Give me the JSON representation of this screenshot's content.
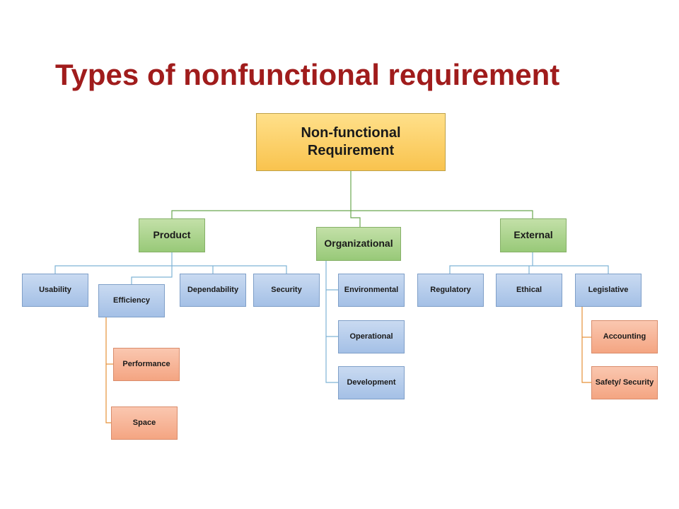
{
  "title": "Types of nonfunctional requirement",
  "colors": {
    "title": "#a01c1c",
    "root_fill": "#f9c34e",
    "category_fill": "#98c978",
    "leaf_fill": "#a4c0e6",
    "subleaf_fill": "#f4a582",
    "root_connector": "#6aa84f",
    "category_connector": "#7fb3d5",
    "subleaf_connector": "#e69138"
  },
  "root": {
    "label": "Non-functional Requirement"
  },
  "categories": [
    {
      "label": "Product",
      "children": [
        {
          "label": "Usability"
        },
        {
          "label": "Efficiency",
          "children": [
            {
              "label": "Performance"
            },
            {
              "label": "Space"
            }
          ]
        },
        {
          "label": "Dependability"
        },
        {
          "label": "Security"
        }
      ]
    },
    {
      "label": "Organizational",
      "children": [
        {
          "label": "Environmental"
        },
        {
          "label": "Operational"
        },
        {
          "label": "Development"
        }
      ]
    },
    {
      "label": "External",
      "children": [
        {
          "label": "Regulatory"
        },
        {
          "label": "Ethical"
        },
        {
          "label": "Legislative",
          "children": [
            {
              "label": "Accounting"
            },
            {
              "label": "Safety/ Security"
            }
          ]
        }
      ]
    }
  ]
}
